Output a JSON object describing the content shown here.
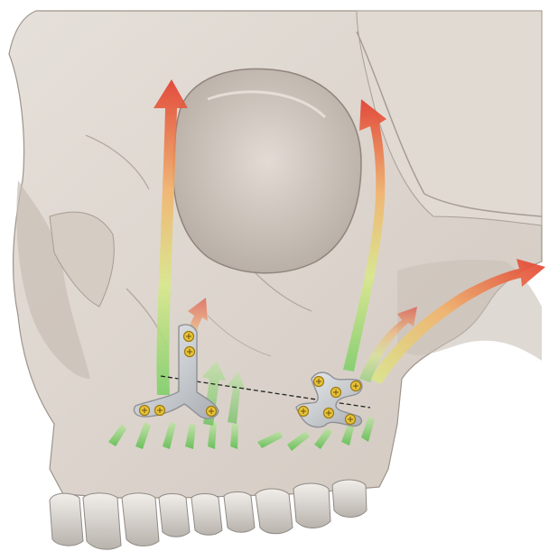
{
  "figure": {
    "subject": "skull-maxilla-illustration",
    "colors": {
      "background": "#ffffff",
      "bone": "#ddd6cf",
      "bone_shadow": "#b8aea5",
      "bone_dark": "#8f857c",
      "orbit": "#cfc7bf",
      "teeth": "#e8e4df",
      "teeth_shadow": "#a9a39d",
      "plate": "#c9ccd0",
      "plate_edge": "#8d9196",
      "screw": "#e8c23a",
      "screw_edge": "#9a7a10",
      "arrow_top": "#e23b2b",
      "arrow_mid": "#f2b36b",
      "arrow_low": "#d9e88a",
      "arrow_base": "#7fcf6a"
    },
    "elements": [
      "maxilla",
      "orbit",
      "teeth",
      "l-plate",
      "double-y-plate",
      "screws",
      "buttress-arrows",
      "occlusal-line"
    ]
  }
}
